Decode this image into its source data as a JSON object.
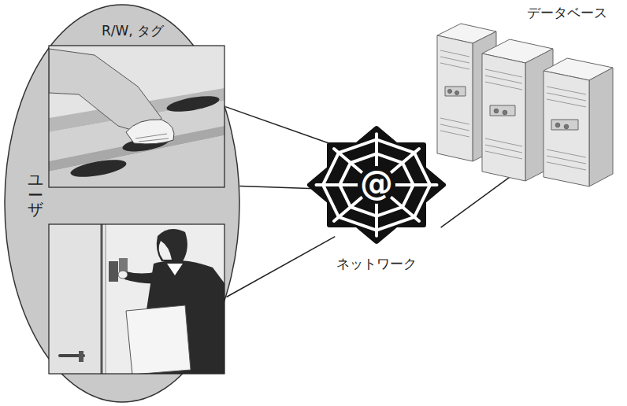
{
  "diagram": {
    "nodes": [
      {
        "text": [
          "ユーザ"
        ]
      },
      {
        "text": [
          "R/W, タグ"
        ],
        "in": 0
      },
      {
        "text": [
          "ネットワーク"
        ]
      },
      {
        "text": [
          "データベース"
        ]
      }
    ],
    "edges": [
      {
        "from": 0,
        "to": 2,
        "arrow": "none"
      },
      {
        "from": 0,
        "to": 2,
        "arrow": "none"
      },
      {
        "from": 0,
        "to": 2,
        "arrow": "none"
      },
      {
        "from": 2,
        "to": 3,
        "arrow": "none"
      }
    ],
    "labels": [
      "@"
    ]
  }
}
